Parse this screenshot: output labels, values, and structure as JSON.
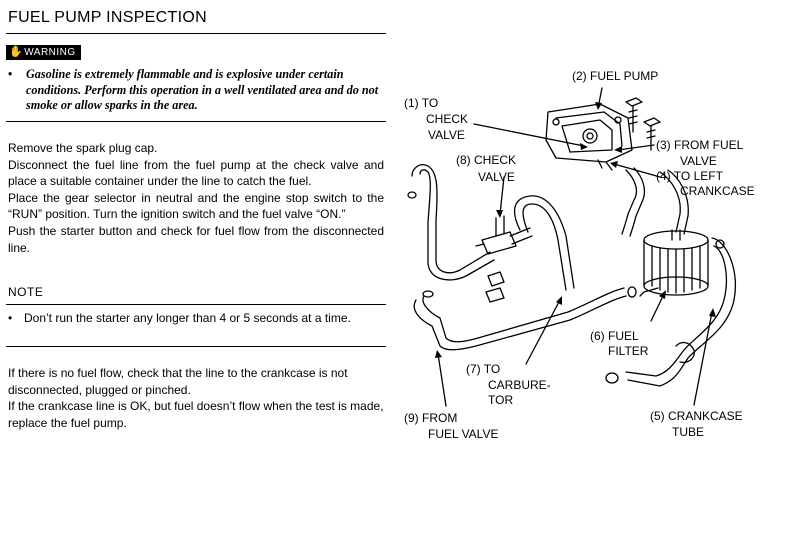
{
  "title": "FUEL PUMP INSPECTION",
  "warning": {
    "badge": "WARNING",
    "icon": "hand-icon",
    "bullet": "•",
    "text": "Gasoline is extremely flammable and is explosive under certain conditions. Perform this operation in a well ventilated area and do not smoke or allow sparks in the area."
  },
  "procedure": [
    "Remove the spark plug cap.",
    "Disconnect the fuel line from the fuel pump at the check valve and place a suitable container under the line to catch the fuel.",
    "Place the gear selector in neutral and the engine stop switch to the “RUN” position. Turn the ignition switch and the fuel valve “ON.”",
    "Push the starter button and check for fuel flow from the disconnected line."
  ],
  "note": {
    "label": "NOTE",
    "bullet": "•",
    "text": "Don’t run the starter any longer than 4 or 5 seconds at a time."
  },
  "followup": [
    "If there is no fuel flow, check that the line to the crankcase is not disconnected, plugged or pinched.",
    "If the crankcase line is OK, but fuel doesn’t flow when the test is made, replace the fuel pump."
  ],
  "diagram": {
    "labels": {
      "l1": [
        "(1) TO",
        "CHECK",
        "VALVE"
      ],
      "l2": [
        "(2) FUEL PUMP"
      ],
      "l3": [
        "(3) FROM FUEL",
        "VALVE"
      ],
      "l4": [
        "(4) TO LEFT",
        "CRANKCASE"
      ],
      "l5": [
        "(5) CRANKCASE",
        "TUBE"
      ],
      "l6": [
        "(6) FUEL",
        "FILTER"
      ],
      "l7": [
        "(7) TO",
        "CARBURE-",
        "TOR"
      ],
      "l8": [
        "(8) CHECK",
        "VALVE"
      ],
      "l9": [
        "(9) FROM",
        "FUEL VALVE"
      ]
    }
  }
}
